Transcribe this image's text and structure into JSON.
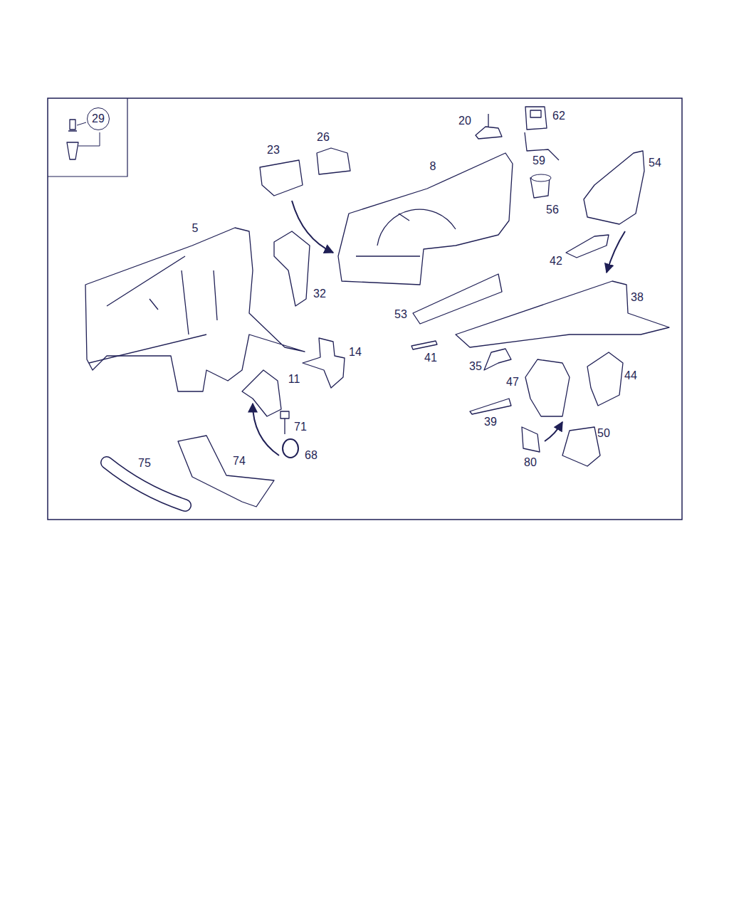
{
  "diagram": {
    "nodes": [
      {
        "text": [
          "29"
        ]
      }
    ],
    "labels": [
      "62",
      "20",
      "26",
      "23",
      "59",
      "8",
      "54",
      "56",
      "5",
      "42",
      "32",
      "38",
      "53",
      "14",
      "41",
      "35",
      "11",
      "44",
      "47",
      "39",
      "71",
      "50",
      "68",
      "75",
      "80",
      "74"
    ]
  }
}
